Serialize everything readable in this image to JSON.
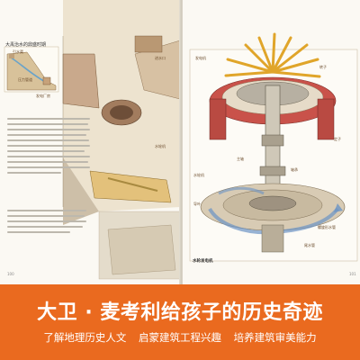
{
  "book_spread": {
    "left_page": {
      "caption": "大禹治水的鼎盛时期",
      "page_number": "100",
      "labels": [
        "引水渠",
        "压力管道",
        "发电厂房",
        "进水口",
        "水轮机"
      ]
    },
    "right_page": {
      "figure_title": "水轮发电机",
      "page_number": "101",
      "labels": [
        "发电机",
        "转子",
        "定子",
        "水轮机",
        "导叶",
        "螺旋形水管",
        "尾水管",
        "主轴",
        "轴承"
      ]
    }
  },
  "banner": {
    "title": "大卫 · 麦考利给孩子的历史奇迹",
    "taglines": [
      "了解地理历史人文",
      "启蒙建筑工程兴趣",
      "培养建筑审美能力"
    ],
    "background_color": "#ea6a1f"
  }
}
